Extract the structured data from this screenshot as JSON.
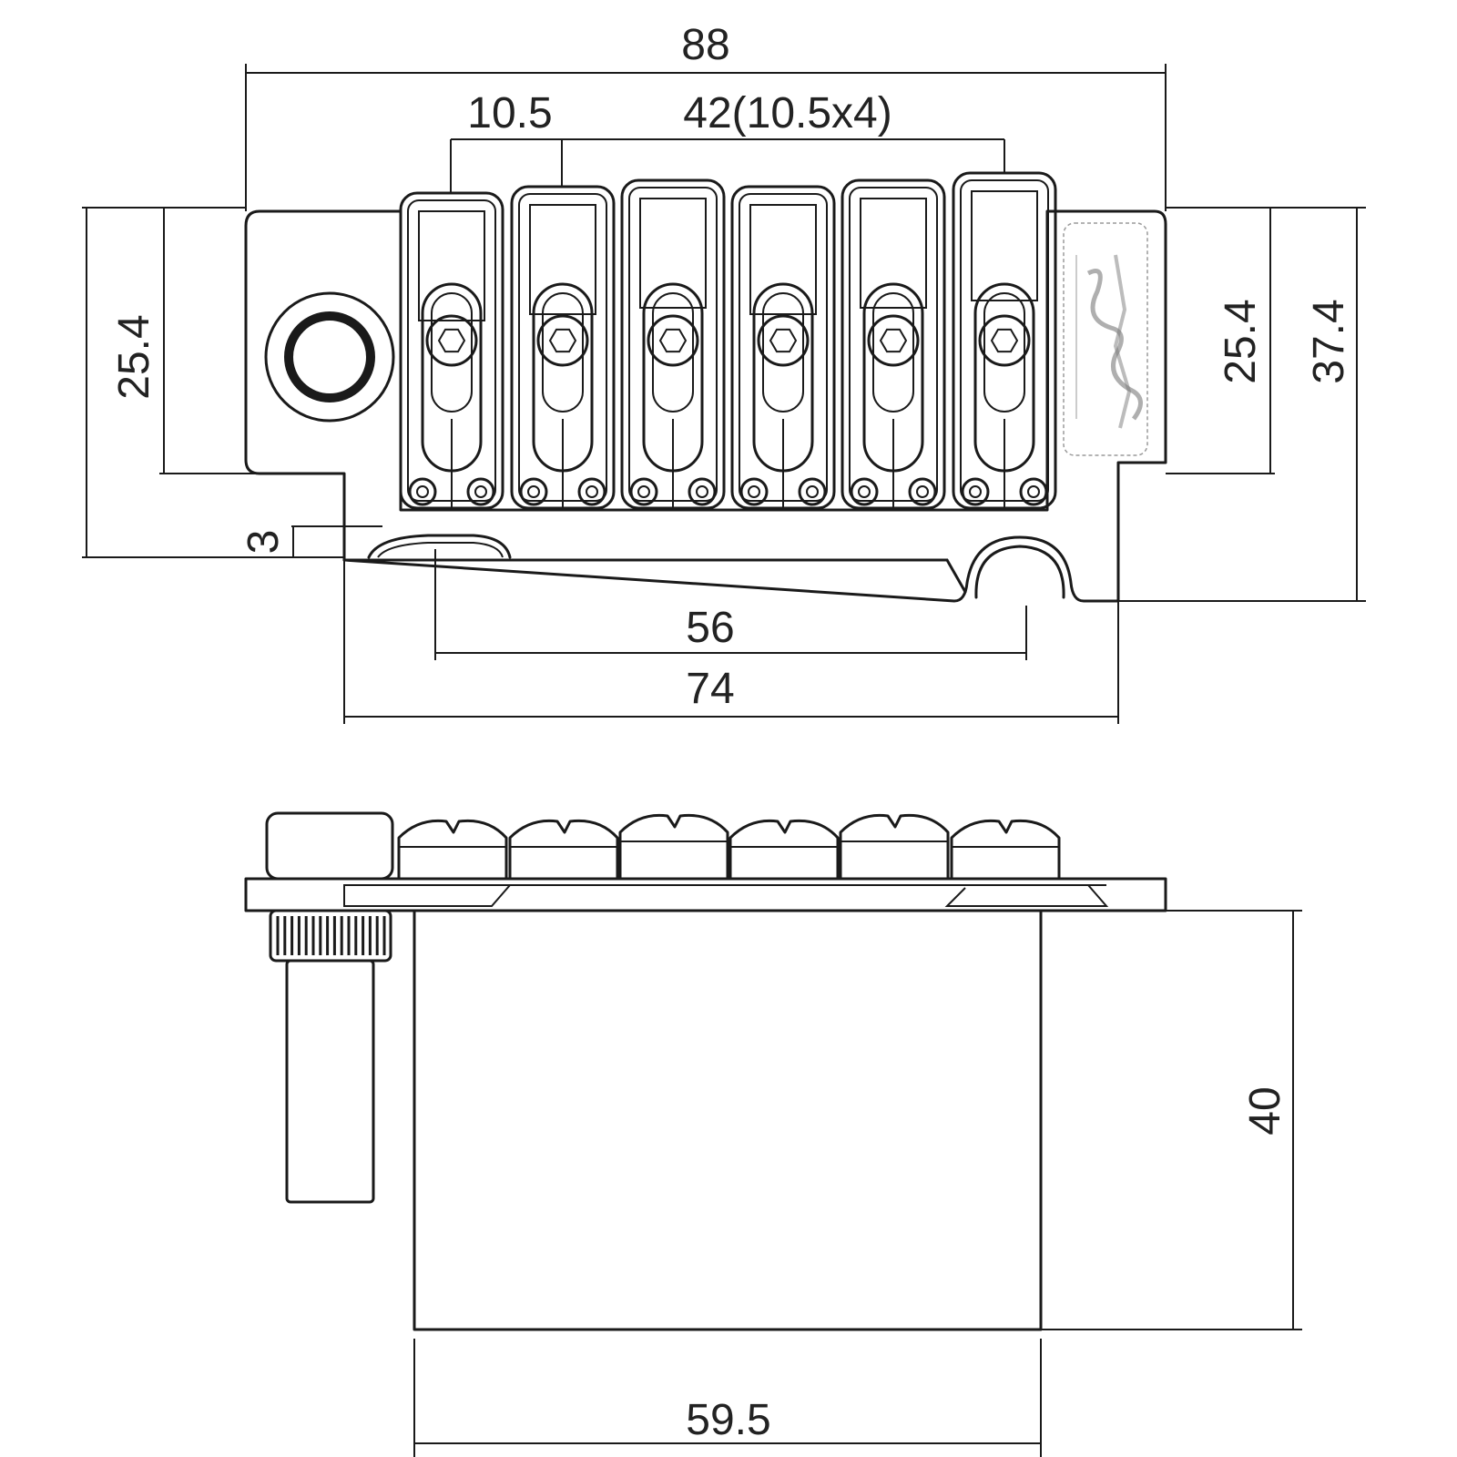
{
  "dimensions": {
    "overall_width": "88",
    "saddle_spacing": "10.5",
    "saddle_span": "42(10.5x4)",
    "left_height": "25.4",
    "right_height_inner": "25.4",
    "right_height_total": "37.4",
    "offset": "3",
    "mount_spacing": "56",
    "base_width": "74",
    "block_height": "40",
    "block_width": "59.5"
  },
  "colors": {
    "line": "#1a1a1a",
    "background": "#ffffff",
    "logo": "#7a7a7a"
  },
  "icons": {
    "saddle": "saddle-icon",
    "hex_screw": "hex-screw-icon",
    "pivot": "pivot-post-icon",
    "logo": "brand-logo-icon"
  }
}
